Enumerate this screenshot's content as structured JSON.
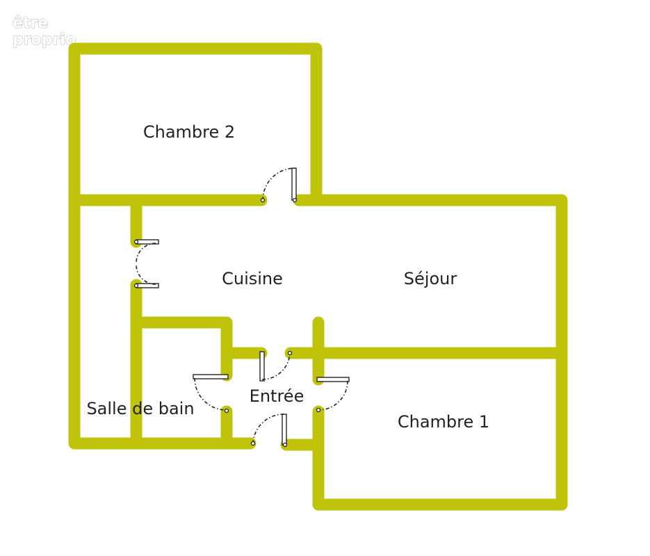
{
  "brand": {
    "line1": "être",
    "line2": "proprio"
  },
  "colors": {
    "wall": "#bfc40a",
    "background": "#ffffff",
    "text": "#222222"
  },
  "rooms": {
    "chambre2": "Chambre 2",
    "cuisine": "Cuisine",
    "sejour": "Séjour",
    "entree": "Entrée",
    "salle_de_bain": "Salle de bain",
    "chambre1": "Chambre 1"
  }
}
